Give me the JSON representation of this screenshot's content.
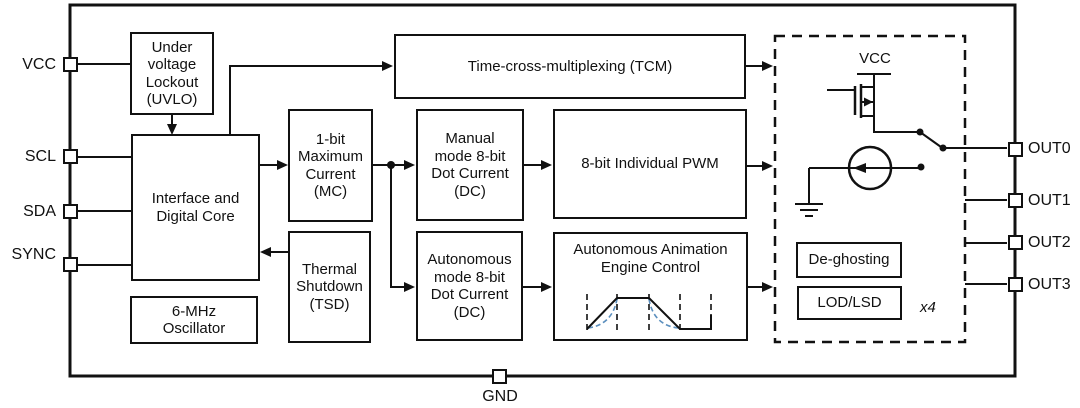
{
  "diagram": {
    "pins": {
      "left": [
        {
          "label": "VCC"
        },
        {
          "label": "SCL"
        },
        {
          "label": "SDA"
        },
        {
          "label": "SYNC"
        }
      ],
      "right": [
        {
          "label": "OUT0"
        },
        {
          "label": "OUT1"
        },
        {
          "label": "OUT2"
        },
        {
          "label": "OUT3"
        }
      ],
      "bottom": {
        "label": "GND"
      }
    },
    "blocks": {
      "uvlo": "Under\nvoltage\nLockout\n(UVLO)",
      "interface": "Interface and\nDigital Core",
      "oscillator": "6-MHz\nOscillator",
      "max_current": "1-bit\nMaximum\nCurrent\n(MC)",
      "thermal": "Thermal\nShutdown\n(TSD)",
      "tcm": "Time-cross-multiplexing (TCM)",
      "manual_dc": "Manual\nmode 8-bit\nDot Current\n(DC)",
      "auto_dc": "Autonomous\nmode 8-bit\nDot Current\n(DC)",
      "pwm": "8-bit Individual PWM",
      "animation": "Autonomous Animation\nEngine Control",
      "deghosting": "De-ghosting",
      "lod_lsd": "LOD/LSD"
    },
    "output_stage": {
      "vcc_label": "VCC",
      "multiplier_label": "x4"
    },
    "colors": {
      "line": "#111111",
      "wave_accent": "#5b8fbe"
    }
  }
}
